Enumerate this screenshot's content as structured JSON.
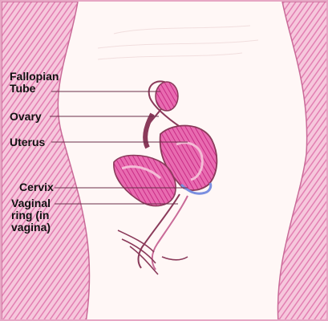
{
  "colors": {
    "background": "#fff7f6",
    "border": "#e6a6c4",
    "body_hatch": "#e27fb2",
    "organ_fill": "#e04aa0",
    "organ_light": "#f4bcd6",
    "outline": "#8a3a5a",
    "cervix_accent": "#7a8fe0"
  },
  "labels": {
    "fallopian_tube": "Fallopian\nTube",
    "ovary": "Ovary",
    "uterus": "Uterus",
    "cervix": "Cervix",
    "vaginal_ring": "Vaginal\nring (in\nvagina)"
  }
}
